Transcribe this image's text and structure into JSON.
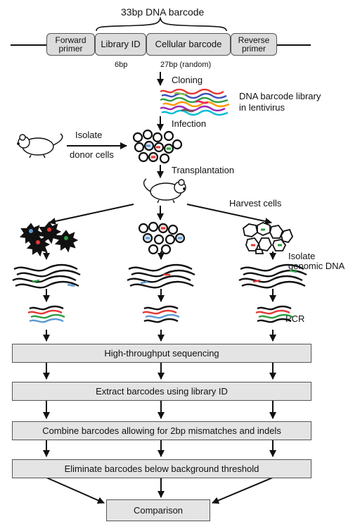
{
  "barcode": {
    "title": "33bp DNA barcode",
    "forward_primer": "Forward primer",
    "library_id": "Library ID",
    "cellular_barcode": "Cellular barcode",
    "reverse_primer": "Reverse primer",
    "library_id_length": "6bp",
    "cellular_length": "27bp (random)"
  },
  "steps": {
    "cloning": "Cloning",
    "library_line1": "DNA barcode library",
    "library_line2": "in lentivirus",
    "isolate": "Isolate",
    "donor_cells": "donor cells",
    "infection": "Infection",
    "transplantation": "Transplantation",
    "harvest": "Harvest cells",
    "isolate_dna_line1": "Isolate",
    "isolate_dna_line2": "genomic DNA",
    "pcr": "PCR"
  },
  "pipeline": {
    "sequencing": "High-throughput sequencing",
    "extract": "Extract barcodes using library ID",
    "combine": "Combine barcodes allowing for 2bp mismatches and indels",
    "eliminate": "Eliminate barcodes below background threshold",
    "comparison": "Comparison"
  },
  "colors": {
    "box_fill": "#e4e4e4",
    "segment_fill": "#dcdcdc",
    "barcode_red": "#e53935",
    "barcode_green": "#2e9e44",
    "barcode_blue": "#5b9bd5"
  },
  "icons": [
    "mouse-icon",
    "cell-icon",
    "dna-fragment-icon",
    "arrow-icon"
  ]
}
